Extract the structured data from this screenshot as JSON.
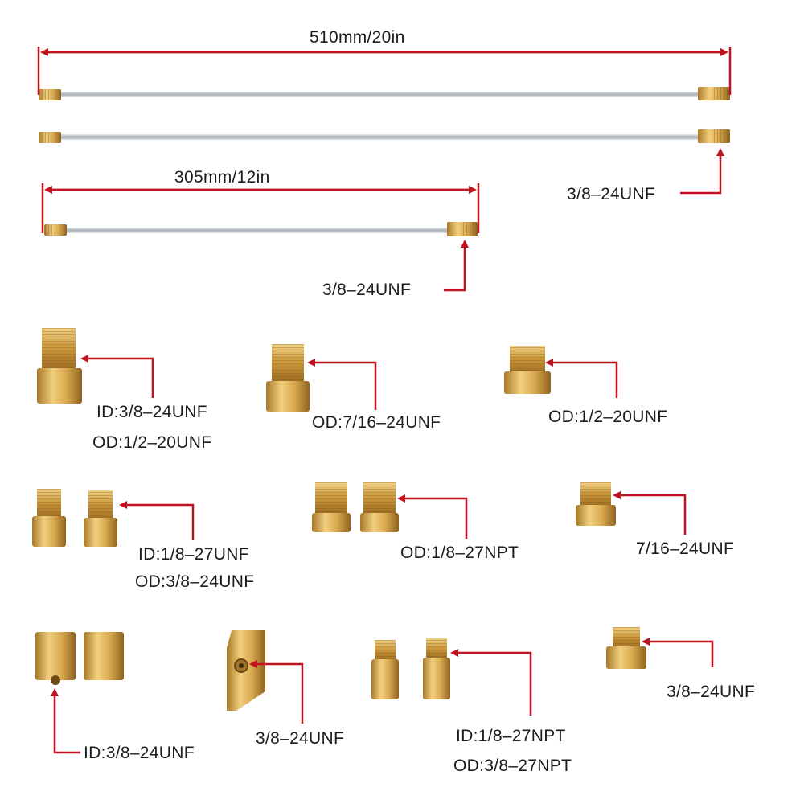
{
  "colors": {
    "arrow": "#c1121f",
    "brass": "#d4a84a",
    "steel": "#c8ccd0",
    "text": "#1c1c1c"
  },
  "dimensions": {
    "long": "510mm/20in",
    "short": "305mm/12in"
  },
  "callouts": {
    "long_line_end": "3/8–24UNF",
    "short_line_end": "3/8–24UNF",
    "adapter_1_id": "ID:3/8–24UNF",
    "adapter_1_od": "OD:1/2–20UNF",
    "adapter_2_od": "OD:7/16–24UNF",
    "adapter_3_od": "OD:1/2–20UNF",
    "pair_1_id": "ID:1/8–27UNF",
    "pair_1_od": "OD:3/8–24UNF",
    "pair_2_od": "OD:1/8–27NPT",
    "plug_1": "7/16–24UNF",
    "coupler_id": "ID:3/8–24UNF",
    "block_fitting": "3/8–24UNF",
    "pair_3_id": "ID:1/8–27NPT",
    "pair_3_od": "OD:3/8–27NPT",
    "plug_2": "3/8–24UNF"
  }
}
